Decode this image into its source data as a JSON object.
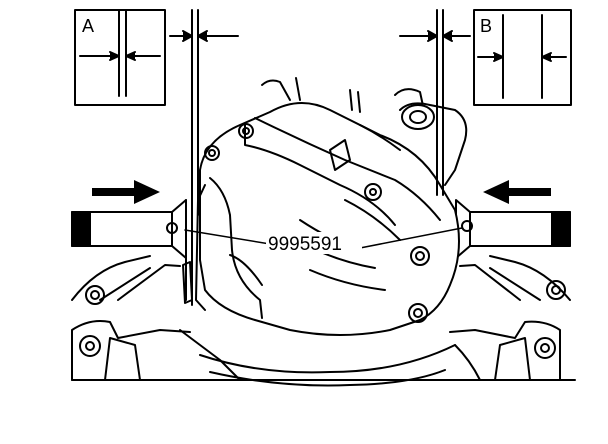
{
  "diagram": {
    "inset_left_label": "A",
    "inset_right_label": "B",
    "tool_number": "9995591"
  },
  "colors": {
    "ink": "#000000",
    "paper": "#ffffff"
  }
}
